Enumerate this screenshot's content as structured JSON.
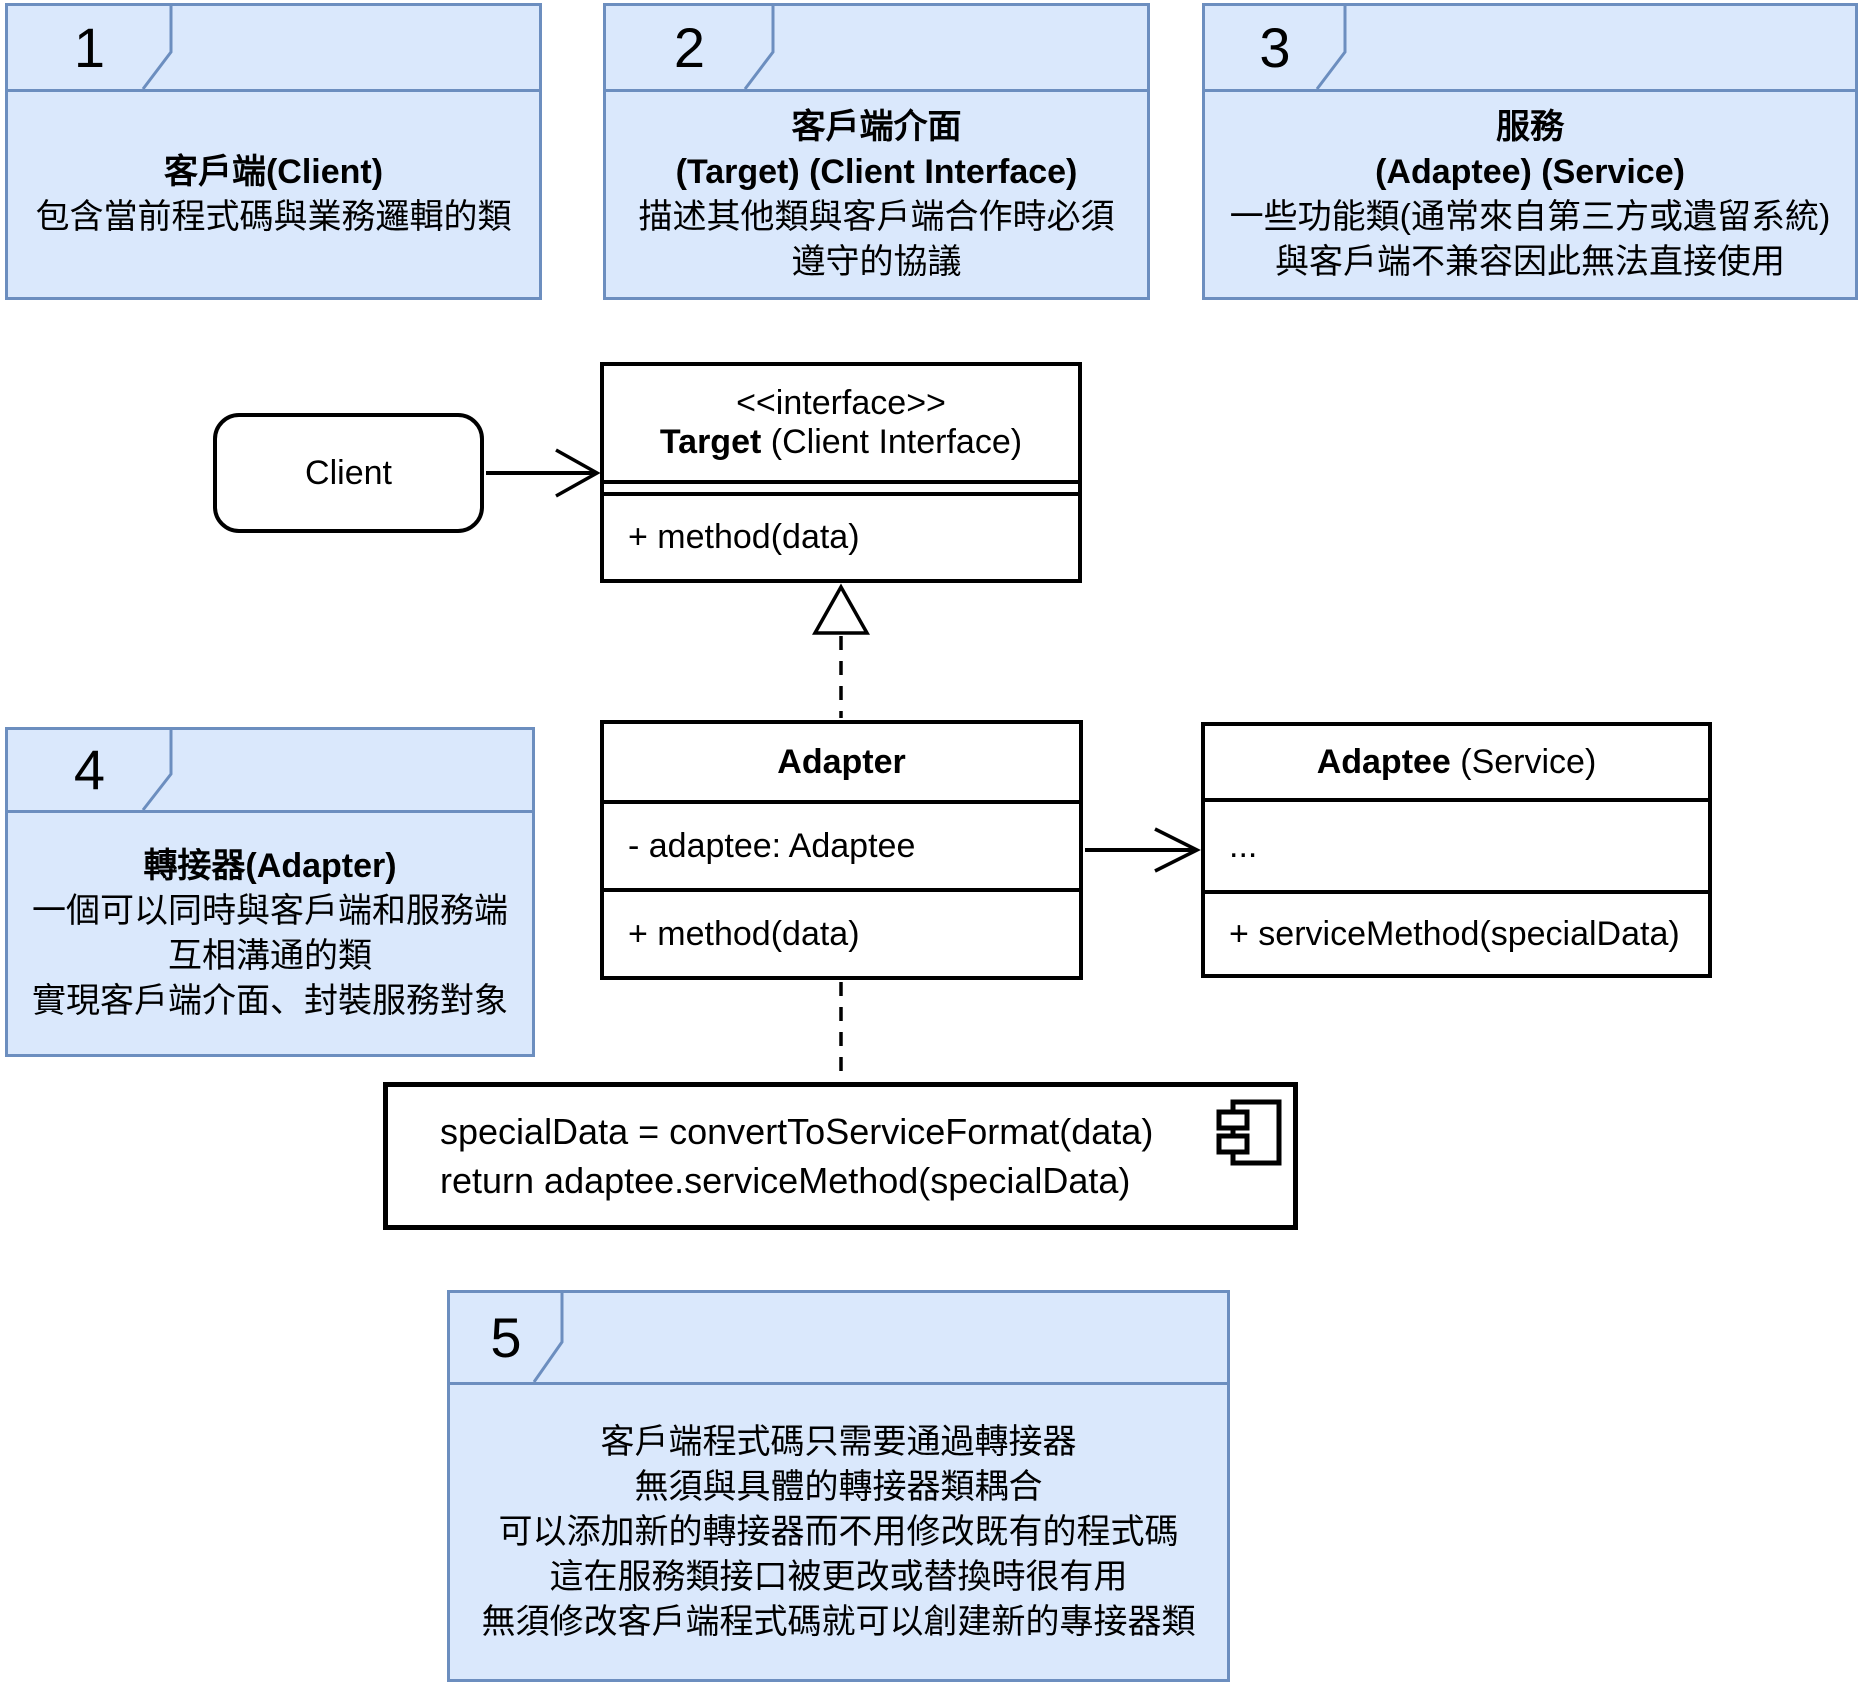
{
  "colors": {
    "note_fill": "#dae8fc",
    "note_stroke": "#6c8ebf",
    "line_color": "#000000"
  },
  "notes": {
    "n1": {
      "number": "1",
      "title": "客戶端(Client)",
      "line1": "包含當前程式碼與業務邏輯的類"
    },
    "n2": {
      "number": "2",
      "title1": "客戶端介面",
      "title2": "(Target) (Client Interface)",
      "line1": "描述其他類與客戶端合作時必須",
      "line2": "遵守的協議"
    },
    "n3": {
      "number": "3",
      "title1": "服務",
      "title2": "(Adaptee) (Service)",
      "line1": "一些功能類(通常來自第三方或遺留系統)",
      "line2": "與客戶端不兼容因此無法直接使用"
    },
    "n4": {
      "number": "4",
      "title": "轉接器(Adapter)",
      "line1": "一個可以同時與客戶端和服務端",
      "line2": "互相溝通的類",
      "line3": "實現客戶端介面、封裝服務對象"
    },
    "n5": {
      "number": "5",
      "line1": "客戶端程式碼只需要通過轉接器",
      "line2": "無須與具體的轉接器類耦合",
      "line3": "可以添加新的轉接器而不用修改既有的程式碼",
      "line4": "這在服務類接口被更改或替換時很有用",
      "line5": "無須修改客戶端程式碼就可以創建新的專接器類"
    }
  },
  "uml": {
    "client": {
      "label": "Client"
    },
    "target": {
      "stereotype": "<<interface>>",
      "name": "Target",
      "name_suffix": " (Client Interface)",
      "method": "+ method(data)"
    },
    "adapter": {
      "name": "Adapter",
      "attribute": "- adaptee: Adaptee",
      "method": "+ method(data)"
    },
    "adaptee": {
      "name": "Adaptee",
      "name_suffix": " (Service)",
      "attribute": "...",
      "method": "+ serviceMethod(specialData)"
    }
  },
  "code_note": {
    "line1": "specialData = convertToServiceFormat(data)",
    "line2": "return adaptee.serviceMethod(specialData)"
  }
}
